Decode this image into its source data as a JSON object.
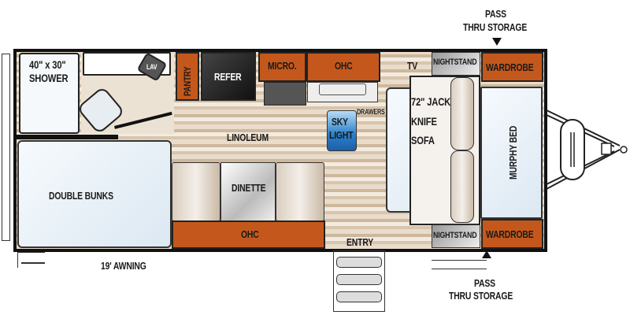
{
  "labels": {
    "shower": "40\" x 30\"",
    "shower2": "SHOWER",
    "lav": "LAV",
    "pantry": "PANTRY",
    "refer": "REFER",
    "micro": "MICRO.",
    "ohc_top": "OHC",
    "tv": "TV",
    "nightstand_top": "NIGHTSTAND",
    "wardrobe_top": "WARDROBE",
    "linoleum": "LINOLEUM",
    "skylight1": "SKY",
    "skylight2": "LIGHT",
    "drawers": "DRAWERS",
    "sofa1": "72\" JACK",
    "sofa2": "KNIFE",
    "sofa3": "SOFA",
    "murphy_bed": "MURPHY BED",
    "double_bunks": "DOUBLE BUNKS",
    "dinette": "DINETTE",
    "ohc_bottom": "OHC",
    "entry": "ENTRY",
    "nightstand_bottom": "NIGHTSTAND",
    "wardrobe_bottom": "WARDROBE",
    "awning": "19' AWNING",
    "pass_thru_top1": "PASS",
    "pass_thru_top2": "THRU STORAGE",
    "pass_thru_bottom1": "PASS",
    "pass_thru_bottom2": "THRU STORAGE"
  },
  "colors": {
    "cabinet": "#c4581c",
    "skylight": "#2a7fc9",
    "wall": "#111111",
    "refer": "#2a2a2a"
  }
}
